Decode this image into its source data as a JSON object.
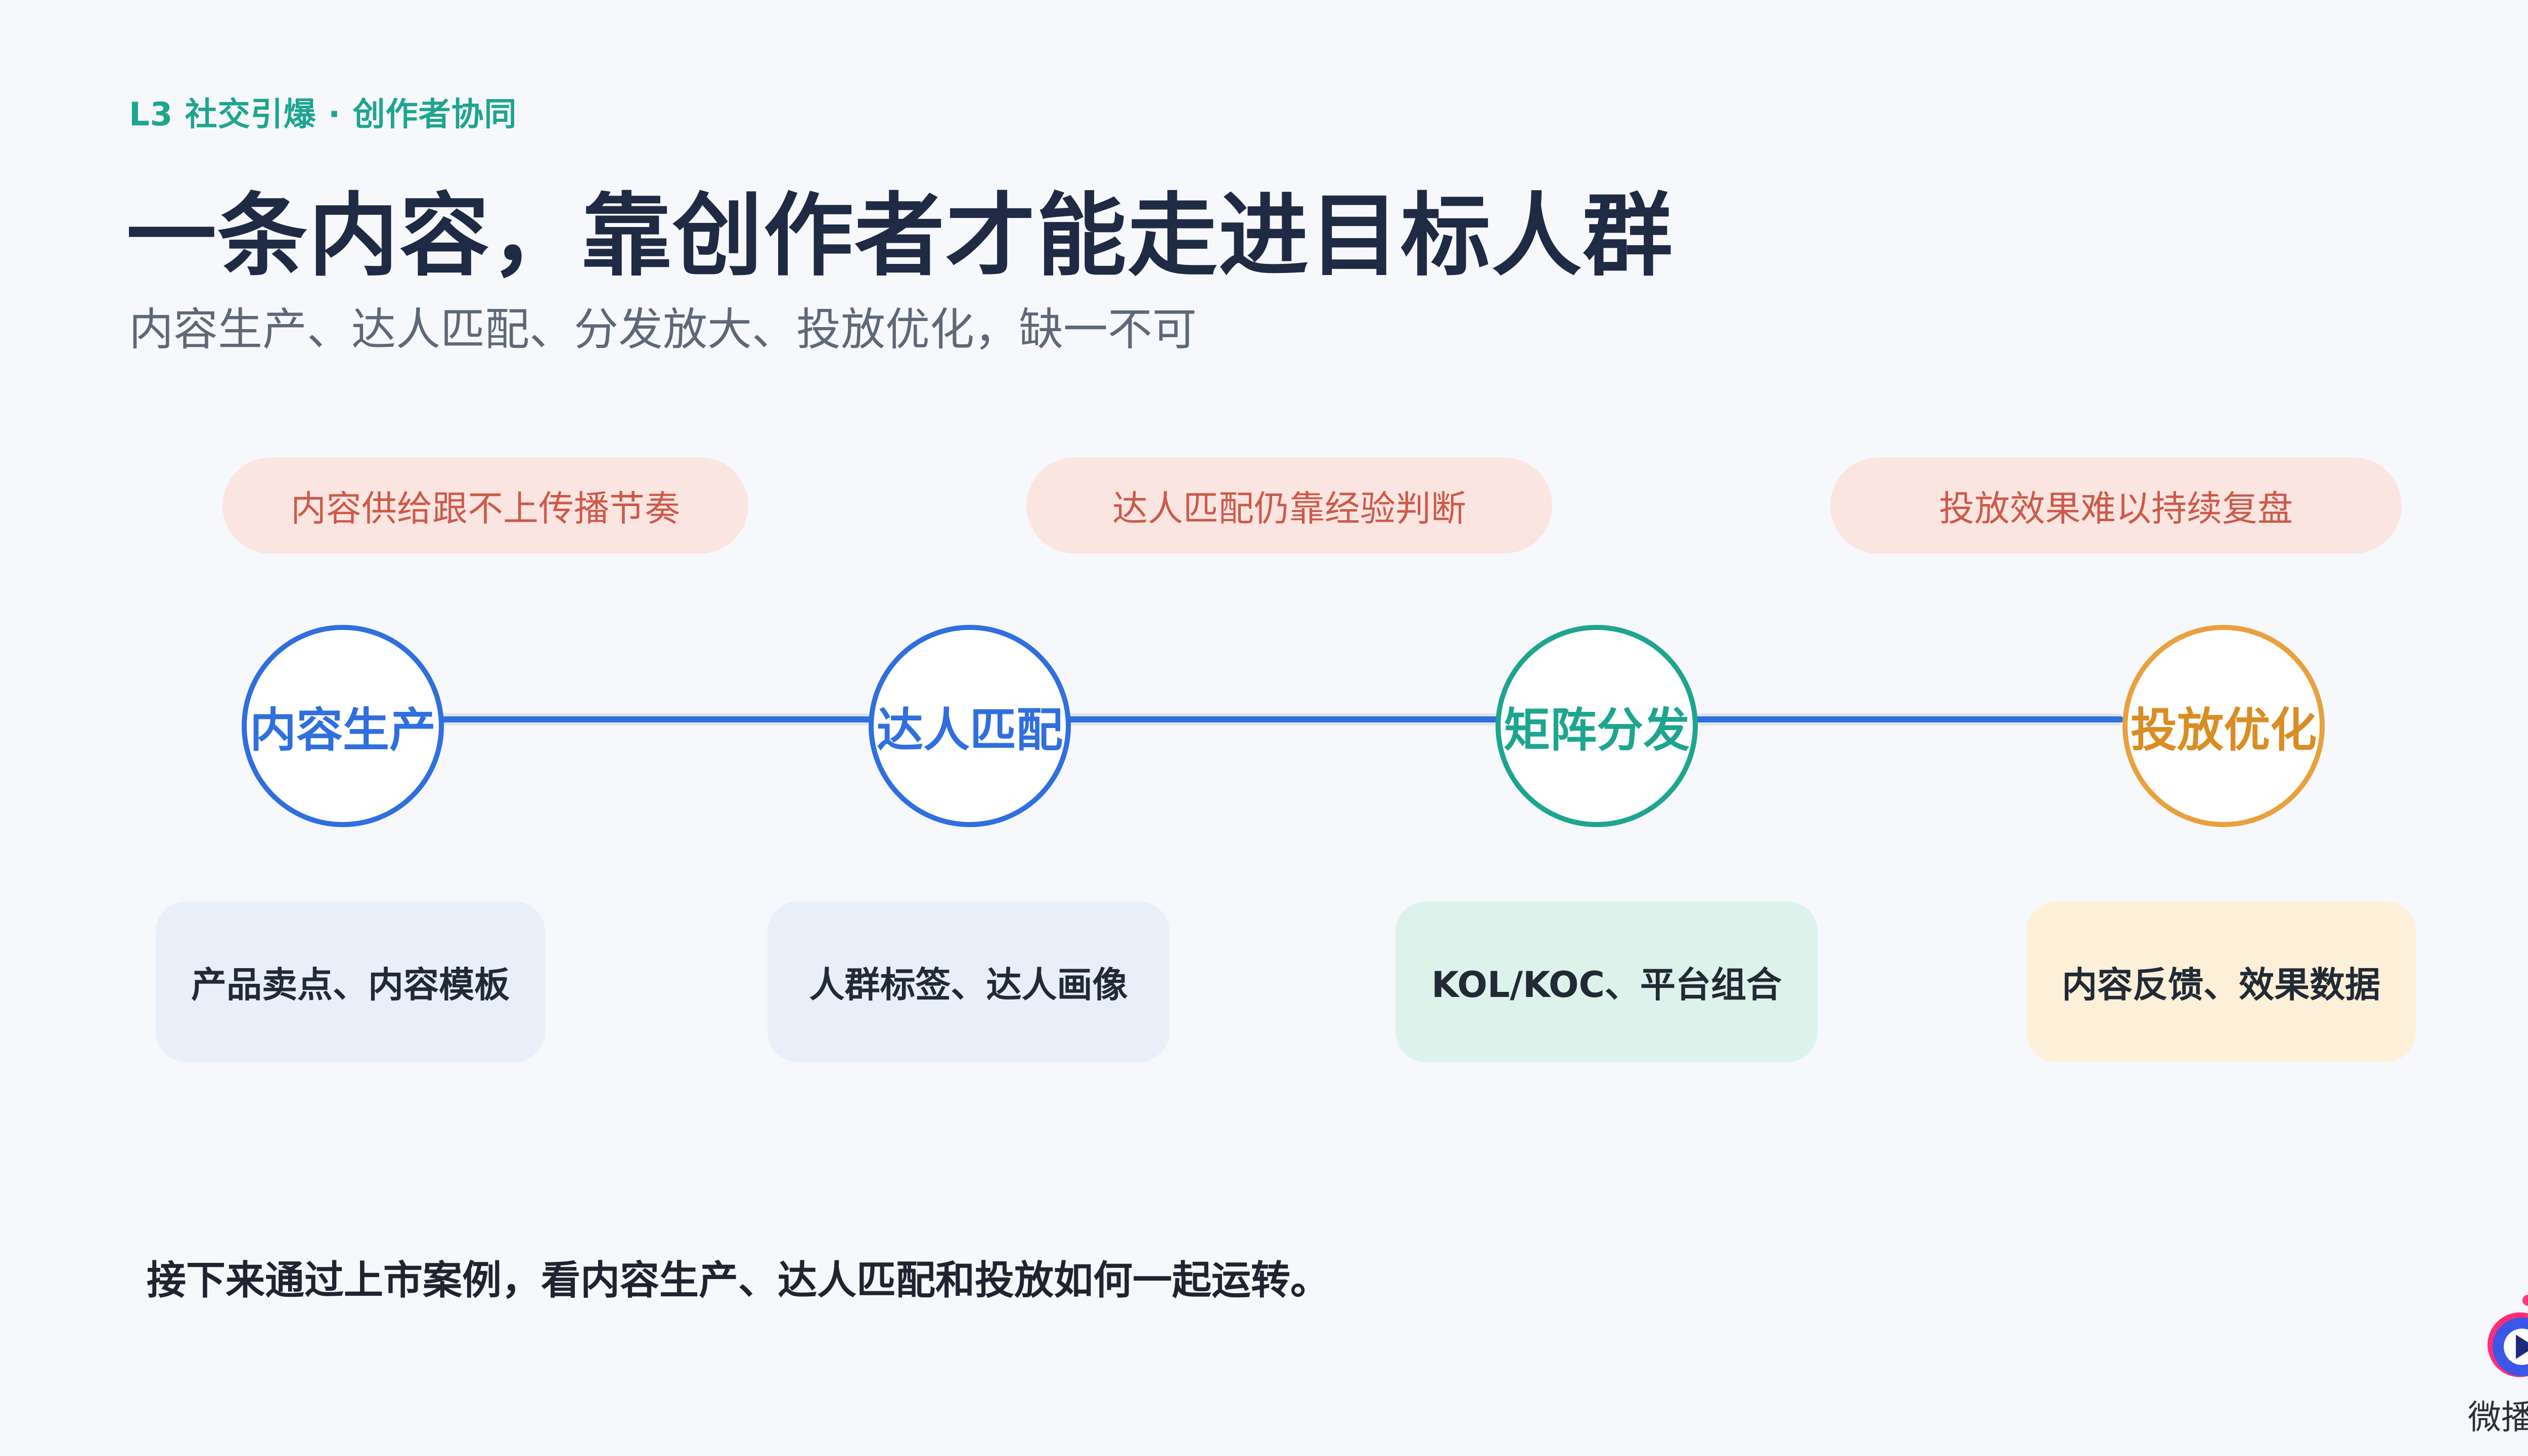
{
  "header": {
    "eyebrow": "L3 社交引爆 · 创作者协同",
    "title": "一条内容，靠创作者才能走进目标人群",
    "subtitle": "内容生产、达人匹配、分发放大、投放优化，缺一不可"
  },
  "pain_points": [
    "内容供给跟不上传播节奏",
    "达人匹配仍靠经验判断",
    "投放效果难以持续复盘"
  ],
  "stages": [
    {
      "label": "内容生产",
      "color": "#2f6fde"
    },
    {
      "label": "达人匹配",
      "color": "#2f6fde"
    },
    {
      "label": "矩阵分发",
      "color": "#1ea58f"
    },
    {
      "label": "投放优化",
      "color": "#e8a13c"
    }
  ],
  "details": [
    {
      "label": "产品卖点、内容模板",
      "bg": "#e8eff9"
    },
    {
      "label": "人群标签、达人画像",
      "bg": "#e8eff9"
    },
    {
      "label": "KOL/KOC、平台组合",
      "bg": "#dcf3ec"
    },
    {
      "label": "内容反馈、效果数据",
      "bg": "#fdf0d8"
    }
  ],
  "footer": {
    "note": "接下来通过上市案例，看内容生产、达人匹配和投放如何一起运转。"
  },
  "brand": {
    "name": "微播易",
    "icon": "play-icon"
  }
}
